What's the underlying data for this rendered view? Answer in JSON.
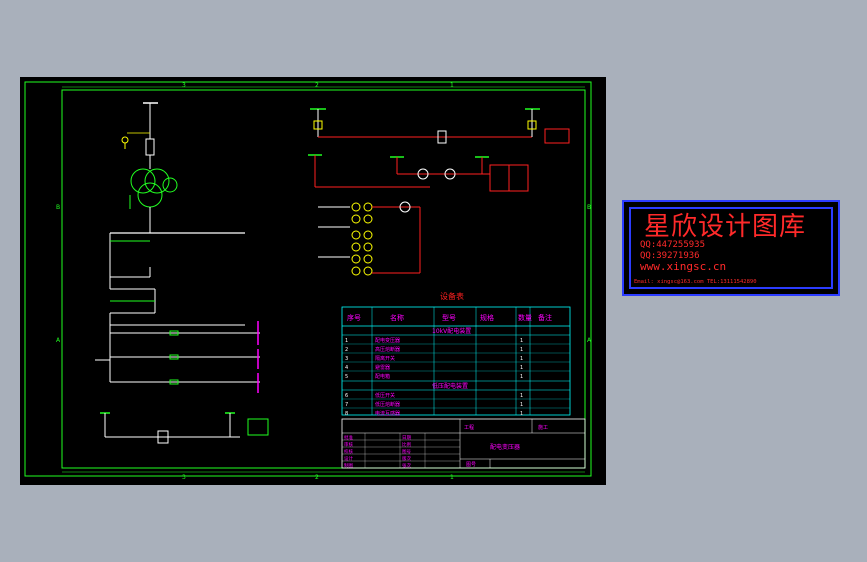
{
  "frame": {
    "zone_labels_top": [
      "3",
      "2",
      "1"
    ],
    "zone_labels_bottom": [
      "3",
      "2",
      "1"
    ],
    "zone_labels_left": [
      "B",
      "A"
    ],
    "zone_labels_right": [
      "B",
      "A"
    ]
  },
  "equipment_table": {
    "title": "设备表",
    "headers": [
      "序号",
      "名称",
      "型号",
      "规格",
      "数量",
      "备注"
    ],
    "section_1": "10kV配电装置",
    "section_2": "低压配电装置",
    "rows_1": [
      [
        "1",
        "配电变压器",
        "",
        "",
        "1",
        ""
      ],
      [
        "2",
        "高压熔断器",
        "",
        "",
        "1",
        ""
      ],
      [
        "3",
        "隔离开关",
        "",
        "",
        "1",
        ""
      ],
      [
        "4",
        "避雷器",
        "",
        "",
        "1",
        ""
      ],
      [
        "5",
        "配电箱",
        "",
        "",
        "1",
        ""
      ]
    ],
    "rows_2": [
      [
        "6",
        "低压开关",
        "",
        "",
        "1",
        ""
      ],
      [
        "7",
        "低压熔断器",
        "",
        "",
        "1",
        ""
      ],
      [
        "8",
        "电流互感器",
        "",
        "",
        "1",
        ""
      ]
    ]
  },
  "title_block": {
    "drawing_name": "配电变压器",
    "label_job": "工程",
    "label_stage": "施工",
    "label_no": "图号",
    "sign_rows": [
      "批准",
      "审核",
      "校核",
      "设计",
      "制图"
    ],
    "sign_rows_right": [
      "日期",
      "比例",
      "图号",
      "版次",
      "张次"
    ]
  },
  "stamp": {
    "title": "星欣设计图库",
    "qq1": "QQ:447255935",
    "qq2": "QQ:39271936",
    "site": "www.xingsc.cn",
    "contact": "Email: xingsc@163.com   TEL:13111542890"
  },
  "colors": {
    "frame_green": "#21ff21",
    "wire_red": "#ff2020",
    "table_cyan": "#00ffff",
    "stamp_blue": "#2b3cff",
    "stamp_red": "#ff2a2a"
  }
}
